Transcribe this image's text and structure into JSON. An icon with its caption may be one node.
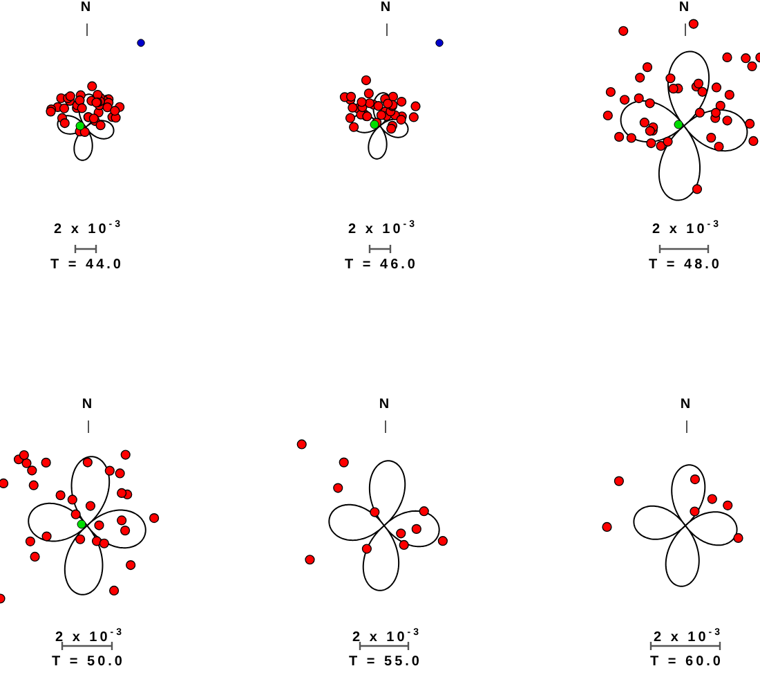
{
  "diagram": {
    "labels": [
      "N",
      "N",
      "N",
      "2 x 10$^{-3}$",
      "2 x 10$^{-3}$",
      "2 x 10$^{-3}$",
      "T = 44.0",
      "T = 46.0",
      "T = 48.0",
      "N",
      "N",
      "N",
      "2 x 10$^{-3}$",
      "2 x 10$^{-3}$",
      "2 x 10$^{-3}$",
      "T = 50.0",
      "T = 55.0",
      "T = 60.0"
    ]
  }
}
